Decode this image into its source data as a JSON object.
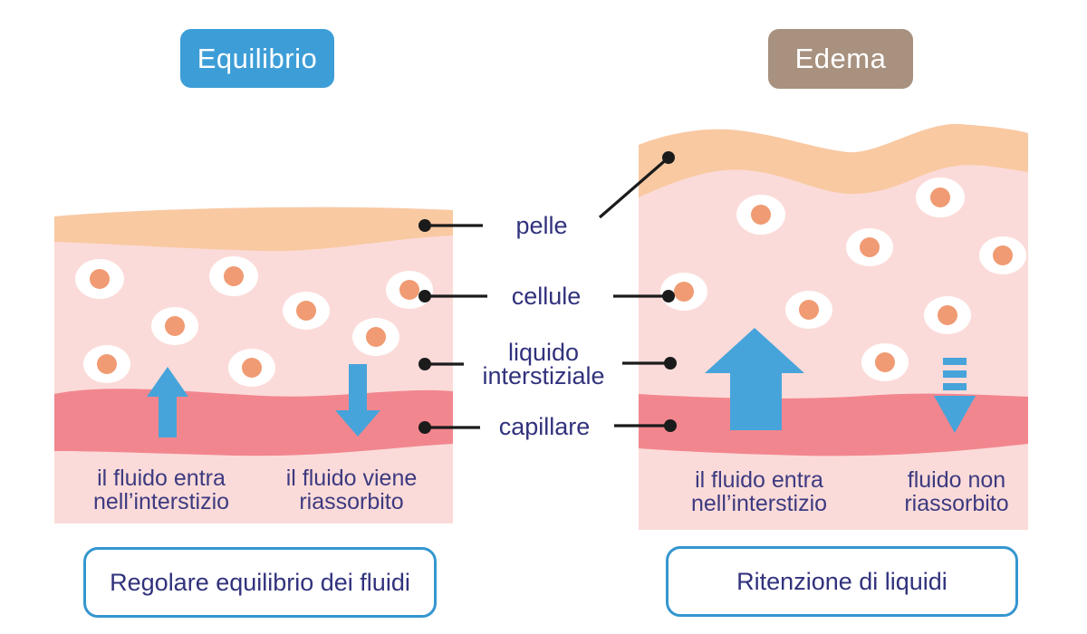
{
  "colors": {
    "badge_equilibrio": "#3d9ed7",
    "badge_edema": "#a8917f",
    "skin_layer": "#f9c9a2",
    "tissue": "#fbdbd9",
    "capillary": "#f2868e",
    "cell_body": "#ffffff",
    "cell_nucleus": "#f09b73",
    "arrow_blue": "#47a4da",
    "label_text": "#31327c",
    "summary_box_border": "#3496cf",
    "leader_line": "#1b1b1b"
  },
  "left_panel": {
    "badge": "Equilibrio",
    "captions": {
      "in_line1": "il fluido entra",
      "in_line2": "nell’interstizio",
      "out_line1": "il fluido viene",
      "out_line2": "riassorbito"
    },
    "summary": "Regolare equilibrio dei fluidi"
  },
  "right_panel": {
    "badge": "Edema",
    "captions": {
      "in_line1": "il fluido entra",
      "in_line2": "nell’interstizio",
      "out_line1": "fluido non",
      "out_line2": "riassorbito"
    },
    "summary": "Ritenzione di liquidi"
  },
  "center_labels": {
    "skin": "pelle",
    "cells": "cellule",
    "interstitial_line1": "liquido",
    "interstitial_line2": "interstiziale",
    "capillary": "capillare"
  }
}
